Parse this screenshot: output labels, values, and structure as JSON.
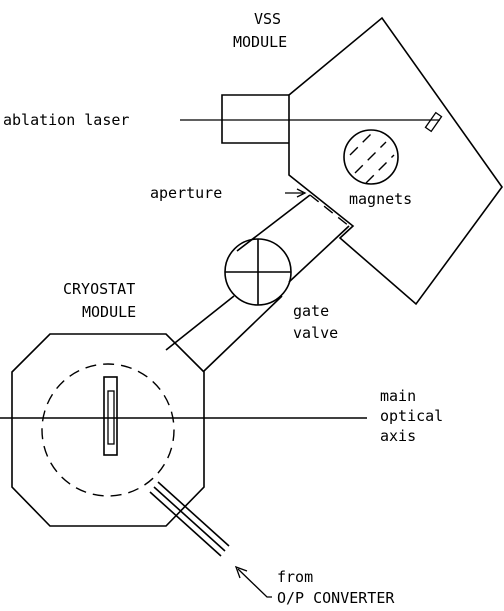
{
  "labels": {
    "vss_line1": "VSS",
    "vss_line2": "MODULE",
    "ablation_laser": "ablation laser",
    "aperture": "aperture",
    "magnets": "magnets",
    "cryostat_line1": "CRYOSTAT",
    "cryostat_line2": "MODULE",
    "gate_line1": "gate",
    "gate_line2": "valve",
    "axis_line1": "main",
    "axis_line2": "optical",
    "axis_line3": "axis",
    "from_line1": "from",
    "from_line2": "O/P CONVERTER"
  },
  "colors": {
    "ink": "#000000",
    "background": "#ffffff"
  }
}
